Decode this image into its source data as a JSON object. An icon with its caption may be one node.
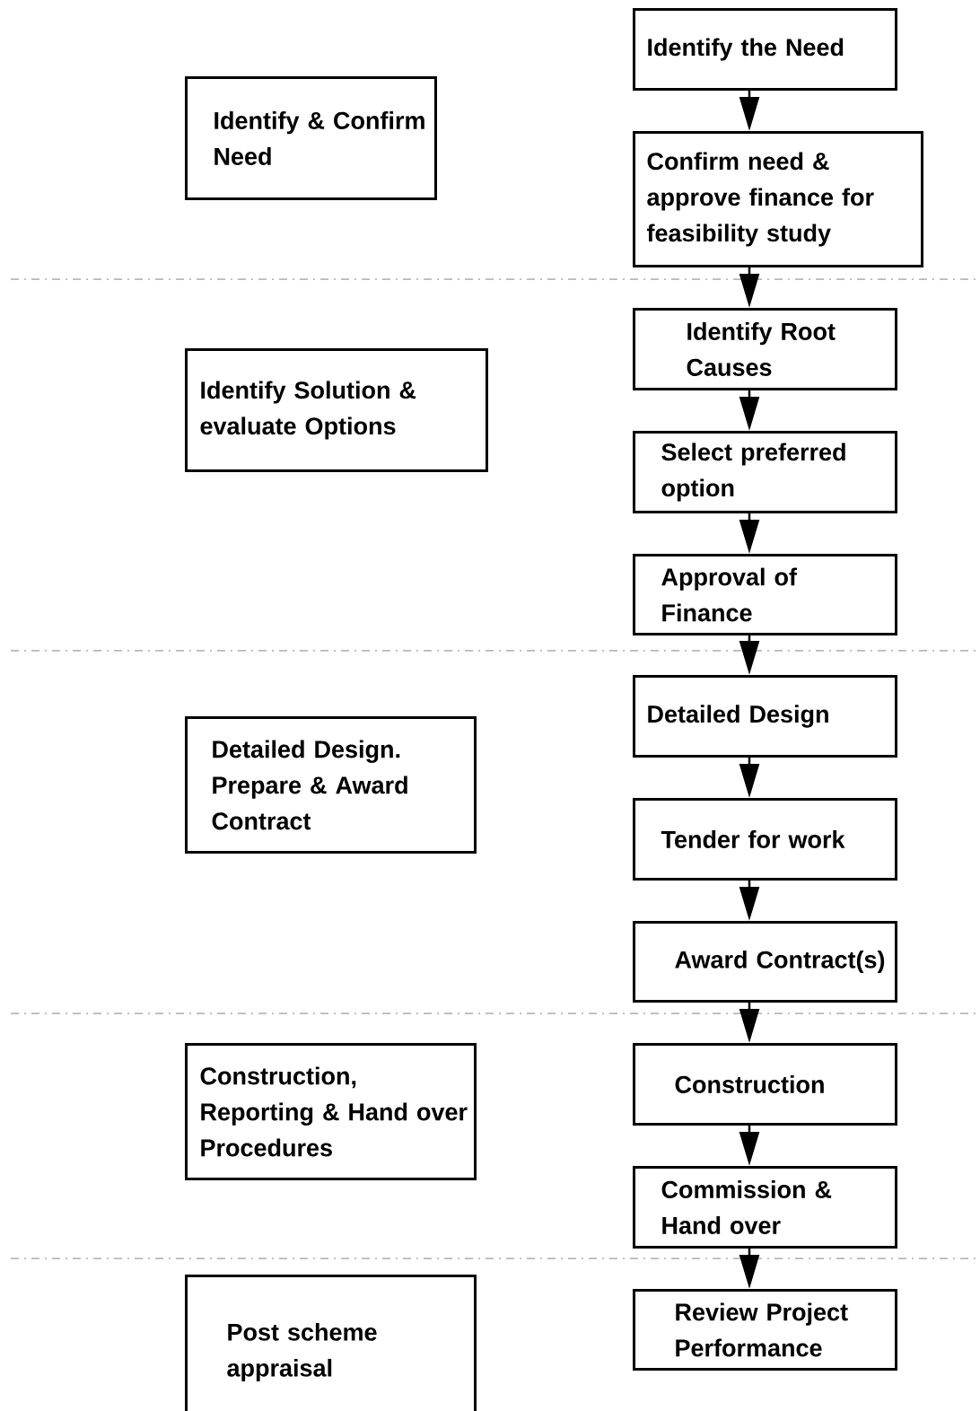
{
  "diagram": {
    "nodes": [
      {
        "text": [
          "Identify & Confirm Need"
        ]
      },
      {
        "text": [
          "Identify Solution & evaluate Options"
        ]
      },
      {
        "text": [
          "Detailed Design. Prepare & Award Contract"
        ]
      },
      {
        "text": [
          "Construction, Reporting & Hand over Procedures"
        ]
      },
      {
        "text": [
          "Post scheme appraisal"
        ]
      },
      {
        "text": [
          "Identify the Need"
        ]
      },
      {
        "text": [
          "Confirm need & approve finance for feasibility study"
        ]
      },
      {
        "text": [
          "Identify Root Causes"
        ]
      },
      {
        "text": [
          "Select preferred option"
        ]
      },
      {
        "text": [
          "Approval of Finance"
        ]
      },
      {
        "text": [
          "Detailed Design"
        ]
      },
      {
        "text": [
          "Tender for work"
        ]
      },
      {
        "text": [
          "Award Contract(s)"
        ]
      },
      {
        "text": [
          "Construction"
        ]
      },
      {
        "text": [
          "Commission & Hand over"
        ]
      },
      {
        "text": [
          "Review Project Performance"
        ]
      }
    ],
    "edges": [
      {
        "from": 5,
        "to": 6,
        "arrow": "to"
      },
      {
        "from": 6,
        "to": 7,
        "arrow": "to"
      },
      {
        "from": 7,
        "to": 8,
        "arrow": "to"
      },
      {
        "from": 8,
        "to": 9,
        "arrow": "to"
      },
      {
        "from": 9,
        "to": 10,
        "arrow": "to"
      },
      {
        "from": 10,
        "to": 11,
        "arrow": "to"
      },
      {
        "from": 11,
        "to": 12,
        "arrow": "to"
      },
      {
        "from": 12,
        "to": 13,
        "arrow": "to"
      },
      {
        "from": 13,
        "to": 14,
        "arrow": "to"
      },
      {
        "from": 14,
        "to": 15,
        "arrow": "to"
      }
    ]
  }
}
